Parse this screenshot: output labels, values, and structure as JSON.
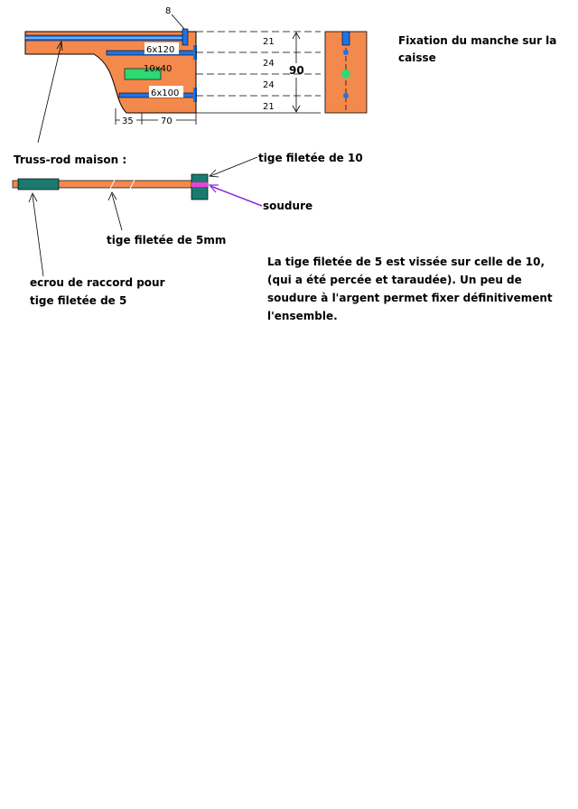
{
  "labels": {
    "bolt_top": "8",
    "bolt_6x120": "6x120",
    "block_10x40": "10x40",
    "bolt_6x100": "6x100",
    "dim_35": "35",
    "dim_70": "70",
    "dim_90": "90",
    "seg_1": "21",
    "seg_2": "24",
    "seg_3": "24",
    "seg_4": "21",
    "fixation_line1": "Fixation du manche sur la",
    "fixation_line2": "caisse",
    "truss_rod_title": "Truss-rod maison :",
    "tige_10": "tige filetée de 10",
    "soudure": "soudure",
    "tige_5mm": "tige filetée de 5mm",
    "ecrou_line1": "ecrou de raccord pour",
    "ecrou_line2": "tige filetée de 5",
    "para_line1": "La tige filetée de 5 est vissée sur celle de 10,",
    "para_line2": "(qui a été percée et taraudée). Un peu de",
    "para_line3": "soudure à l'argent permet fixer définitivement",
    "para_line4": "l'ensemble."
  },
  "colors": {
    "wood": "#f4894e",
    "bolt_blue": "#1e74e6",
    "block_green": "#2ed872",
    "nut_teal": "#1b7a70",
    "weld_magenta": "#ee3fd8",
    "weld_arrow": "#8a2be2"
  }
}
